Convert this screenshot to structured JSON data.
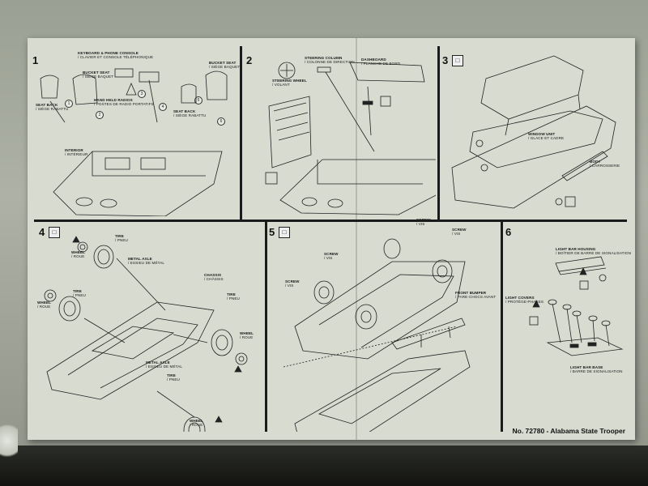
{
  "steps": [
    {
      "number": "1",
      "icon": ""
    },
    {
      "number": "2",
      "icon": ""
    },
    {
      "number": "3",
      "icon": "□"
    },
    {
      "number": "4",
      "icon": "□"
    },
    {
      "number": "5",
      "icon": "□"
    },
    {
      "number": "6",
      "icon": ""
    }
  ],
  "step1": {
    "keyboard": "KEYBOARD & PHONE CONSOLE",
    "keyboard_fr": "/ CLAVIER ET CONSOLE TÉLÉPHONIQUE",
    "bucket_seat_left": "BUCKET SEAT",
    "bucket_seat_left_fr": "/ SIÈGE BAQUET",
    "hand_held": "HAND HELD RADIOS",
    "hand_held_fr": "/ POSTES DE RADIO PORTATIFS",
    "bucket_seat_right": "BUCKET SEAT",
    "bucket_seat_right_fr": "/ SIÈGE BAQUET",
    "seat_back_left": "SEAT BACK",
    "seat_back_left_fr": "/ SIÈGE RABATTU",
    "seat_back_right": "SEAT BACK",
    "seat_back_right_fr": "/ SIÈGE RABATTU",
    "interior": "INTERIOR",
    "interior_fr": "/ INTÉRIEUR"
  },
  "step2": {
    "steering_column": "STEERING COLUMN",
    "steering_column_fr": "/ COLONNE DE DIRECTION",
    "dashboard": "DASHBOARD",
    "dashboard_fr": "/ PLANCHE DE BORD",
    "steering_wheel": "STEERING WHEEL",
    "steering_wheel_fr": "/ VOLANT"
  },
  "step3": {
    "window_unit": "WINDOW UNIT",
    "window_unit_fr": "/ GLACE ET CADRE",
    "body": "BODY",
    "body_fr": "/ CARROSSERIE"
  },
  "step4": {
    "tire_tl": "TIRE",
    "tire_tl_fr": "/ PNEU",
    "wheel_tl": "WHEEL",
    "wheel_tl_fr": "/ ROUE",
    "metal_axle_top": "METAL AXLE",
    "metal_axle_top_fr": "/ ESSIEU DE MÉTAL",
    "chassis": "CHASSIS",
    "chassis_fr": "/ CHÂSSIS",
    "tire_ml": "TIRE",
    "tire_ml_fr": "/ PNEU",
    "wheel_ml": "WHEEL",
    "wheel_ml_fr": "/ ROUE",
    "tire_mr": "TIRE",
    "tire_mr_fr": "/ PNEU",
    "wheel_mr": "WHEEL",
    "wheel_mr_fr": "/ ROUE",
    "metal_axle_bottom": "METAL AXLE",
    "metal_axle_bottom_fr": "/ ESSIEU DE MÉTAL",
    "tire_b": "TIRE",
    "tire_b_fr": "/ PNEU",
    "wheel_b": "WHEEL",
    "wheel_b_fr": "/ ROUE"
  },
  "step5": {
    "screw_top": "SCREW",
    "screw_top_fr": "/ VIS",
    "screw_right": "SCREW",
    "screw_right_fr": "/ VIS",
    "screw_mid": "SCREW",
    "screw_mid_fr": "/ VIS",
    "screw_left": "SCREW",
    "screw_left_fr": "/ VIS",
    "front_bumper": "FRONT BUMPER",
    "front_bumper_fr": "/ PARE-CHOCS AVANT"
  },
  "step6": {
    "light_bar_housing": "LIGHT BAR HOUSING",
    "light_bar_housing_fr": "/ BOÎTIER DE BARRE DE SIGNALISATION",
    "light_covers": "LIGHT COVERS",
    "light_covers_fr": "/ PROTÈGE-PHARES",
    "light_bar_base": "LIGHT BAR BASE",
    "light_bar_base_fr": "/ BARRE DE SIGNALISATION"
  },
  "footer": "No. 72780 - Alabama State Trooper",
  "callouts": [
    "1",
    "2",
    "3",
    "4",
    "5",
    "6"
  ]
}
